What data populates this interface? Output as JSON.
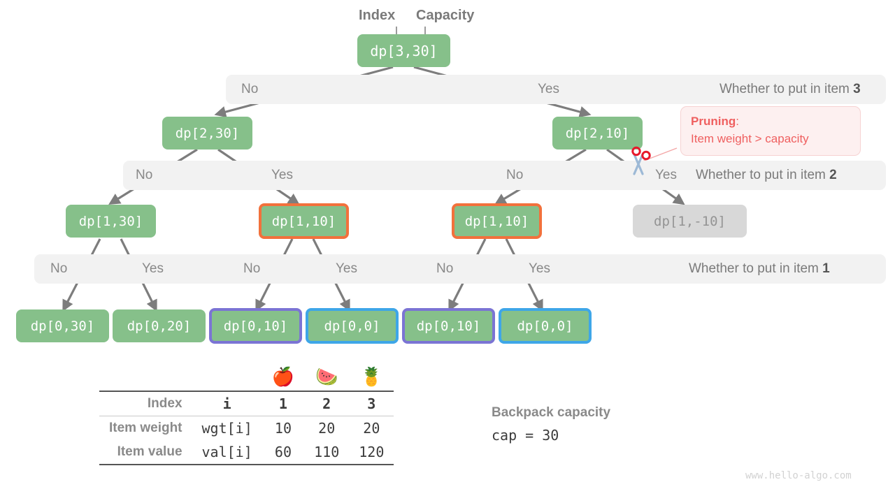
{
  "header": {
    "index_label": "Index",
    "capacity_label": "Capacity"
  },
  "nodes": {
    "root": "dp[3,30]",
    "l1_no": "dp[2,30]",
    "l1_yes": "dp[2,10]",
    "l2_a": "dp[1,30]",
    "l2_b": "dp[1,10]",
    "l2_c": "dp[1,10]",
    "l2_d": "dp[1,-10]",
    "leaf_1": "dp[0,30]",
    "leaf_2": "dp[0,20]",
    "leaf_3": "dp[0,10]",
    "leaf_4": "dp[0,0]",
    "leaf_5": "dp[0,10]",
    "leaf_6": "dp[0,0]"
  },
  "bands": {
    "item3": {
      "question": "Whether to put in item ",
      "item": "3",
      "choices": [
        "No",
        "Yes"
      ]
    },
    "item2": {
      "question": "Whether to put in item ",
      "item": "2",
      "choices": [
        "No",
        "Yes",
        "No",
        "Yes"
      ]
    },
    "item1": {
      "question": "Whether to put in item ",
      "item": "1",
      "choices": [
        "No",
        "Yes",
        "No",
        "Yes",
        "No",
        "Yes"
      ]
    }
  },
  "callout": {
    "title": "Pruning",
    "colon": ":",
    "body": "Item weight > capacity",
    "icon": "scissors-icon",
    "color": "#ef5f5f"
  },
  "table": {
    "emojis": [
      "🍎",
      "🍉",
      "🍍"
    ],
    "rows": [
      {
        "head": "Index",
        "key": "i",
        "values": [
          "1",
          "2",
          "3"
        ],
        "bold": true
      },
      {
        "head": "Item weight",
        "key": "wgt[i]",
        "values": [
          "10",
          "20",
          "20"
        ],
        "bold": false
      },
      {
        "head": "Item value",
        "key": "val[i]",
        "values": [
          "60",
          "110",
          "120"
        ],
        "bold": false
      }
    ]
  },
  "capacity_note": {
    "label": "Backpack capacity",
    "value": "cap = 30"
  },
  "watermark": "www.hello-algo.com",
  "colors": {
    "node_green": "#86c08a",
    "border_orange": "#f2713c",
    "border_purple": "#7b74d4",
    "border_blue": "#3ea6e8",
    "node_muted": "#d8d8d8",
    "edge_grey": "#7d7d7d",
    "band_grey": "#f2f2f2"
  }
}
